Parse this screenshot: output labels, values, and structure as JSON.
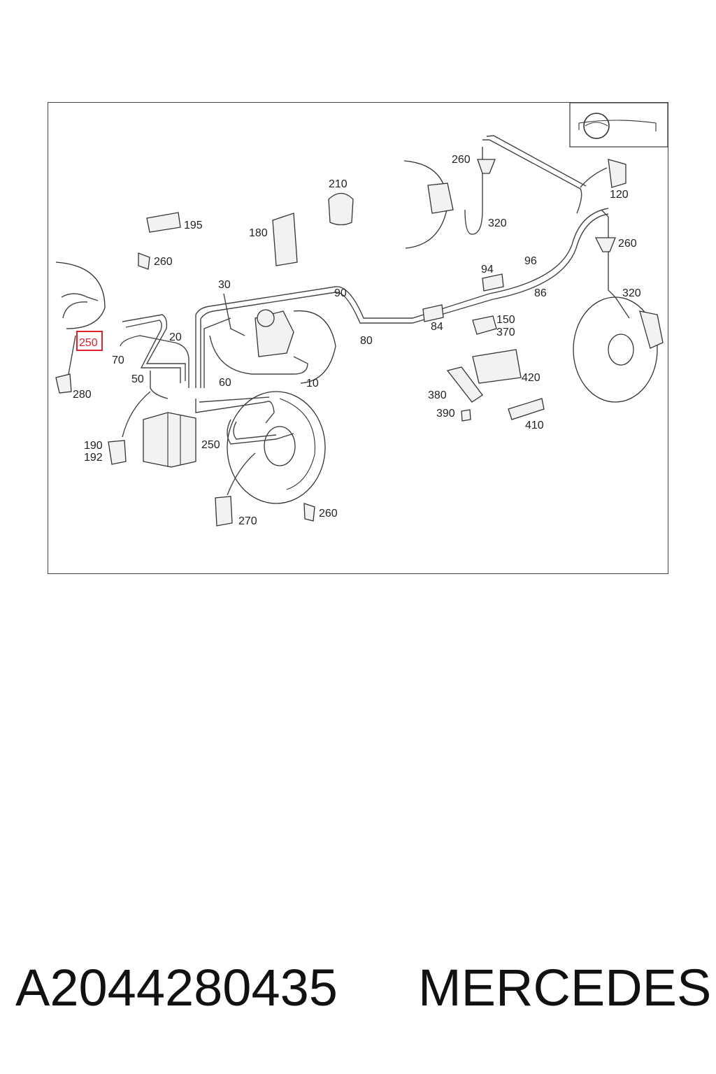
{
  "diagram": {
    "callouts": {
      "c10": "10",
      "c20": "20",
      "c30": "30",
      "c50": "50",
      "c60": "60",
      "c70": "70",
      "c80": "80",
      "c84": "84",
      "c86": "86",
      "c90": "90",
      "c94": "94",
      "c96": "96",
      "c120": "120",
      "c150": "150",
      "c370": "370",
      "c180": "180",
      "c190": "190",
      "c192": "192",
      "c195": "195",
      "c210": "210",
      "c250_left": "250",
      "c250_center": "250",
      "c260_top": "260",
      "c260_left": "260",
      "c260_right": "260",
      "c260_bottom": "260",
      "c270": "270",
      "c280": "280",
      "c320_top": "320",
      "c320_right": "320",
      "c380": "380",
      "c390": "390",
      "c410": "410",
      "c420": "420"
    },
    "highlight_color": "#e0202a"
  },
  "caption": {
    "part_number": "A2044280435",
    "brand": "MERCEDES"
  }
}
